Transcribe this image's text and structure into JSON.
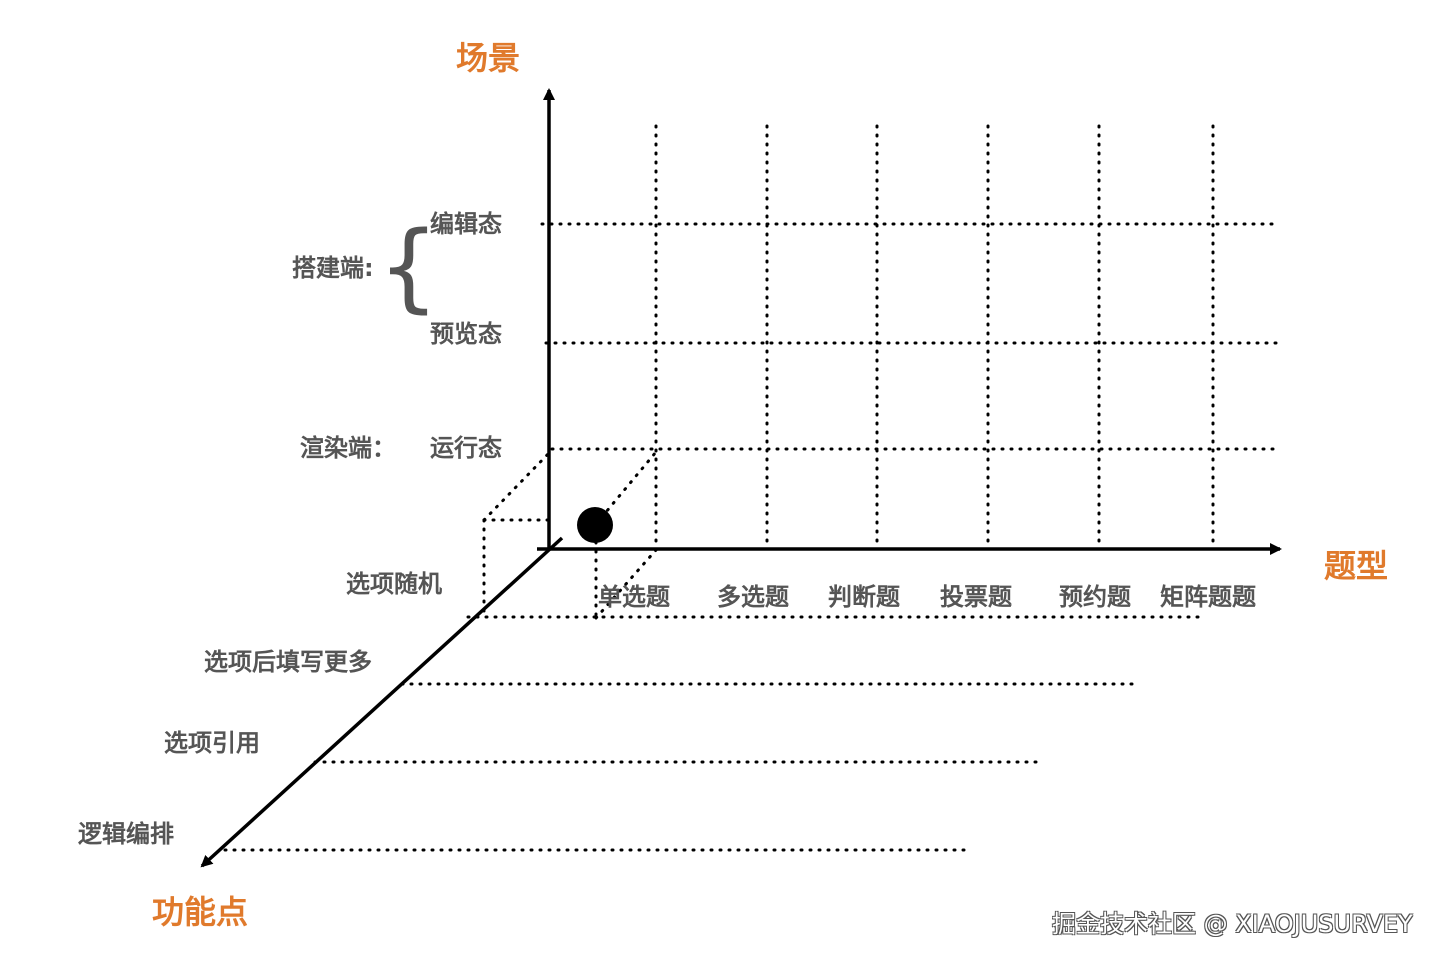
{
  "axes": {
    "scene_title": "场景",
    "question_type_title": "题型",
    "feature_title": "功能点"
  },
  "scene": {
    "builder_label": "搭建端:",
    "renderer_label": "渲染端：",
    "states": [
      "编辑态",
      "预览态",
      "运行态"
    ]
  },
  "question_types": [
    "单选题",
    "多选题",
    "判断题",
    "投票题",
    "预约题",
    "矩阵题题"
  ],
  "features": [
    "选项随机",
    "选项后填写更多",
    "选项引用",
    "逻辑编排"
  ],
  "watermark": "掘金技术社区 @ XIAOJUSURVEY",
  "colors": {
    "axis_title": "#e07a2c",
    "label": "#555555",
    "line": "#000000"
  }
}
